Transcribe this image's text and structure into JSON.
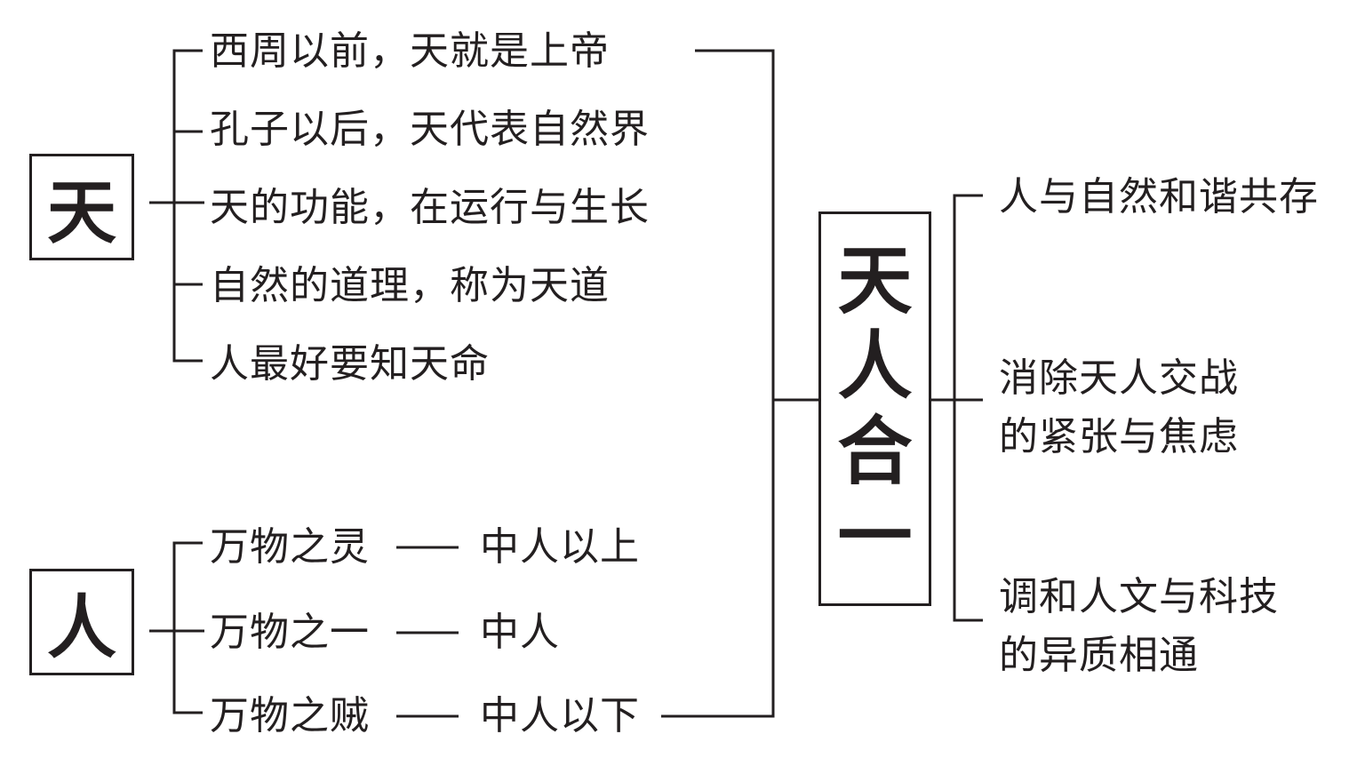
{
  "heaven": {
    "title": "天",
    "items": [
      "西周以前，天就是上帝",
      "孔子以后，天代表自然界",
      "天的功能，在运行与生长",
      "自然的道理，称为天道",
      "人最好要知天命"
    ]
  },
  "human": {
    "title": "人",
    "items": [
      {
        "left": "万物之灵",
        "dash": "——",
        "right": "中人以上"
      },
      {
        "left": "万物之一",
        "dash": "——",
        "right": "中人"
      },
      {
        "left": "万物之贼",
        "dash": "——",
        "right": "中人以下"
      }
    ]
  },
  "center": {
    "chars": [
      "天",
      "人",
      "合",
      "一"
    ]
  },
  "results": [
    {
      "line1": "人与自然和谐共存",
      "line2": ""
    },
    {
      "line1": "消除天人交战",
      "line2": "的紧张与焦虑"
    },
    {
      "line1": "调和人文与科技",
      "line2": "的异质相通"
    }
  ],
  "colors": {
    "ink": "#231f20",
    "background": "#ffffff"
  }
}
